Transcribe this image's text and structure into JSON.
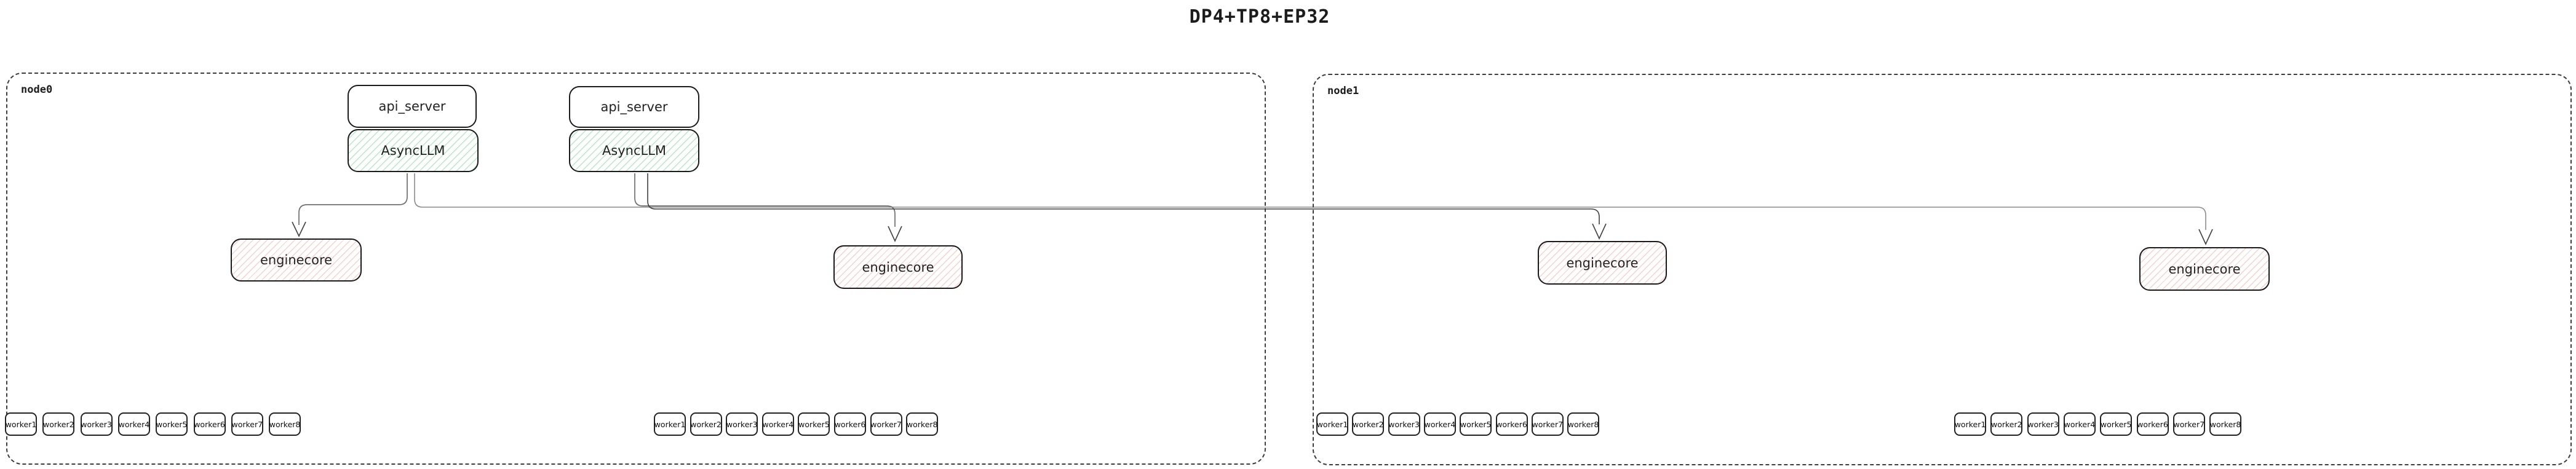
{
  "title": "DP4+TP8+EP32",
  "colors": {
    "box_border": "#1a1a1a",
    "node_border": "#3d3d3d",
    "wire": "#6e6e6e",
    "arrowhead": "#444444",
    "async_hatch": "#8ce0a8",
    "engine_hatch": "#f3aba4"
  },
  "nodes": [
    {
      "label": "node0",
      "stacks": [
        {
          "api_label": "api_server",
          "llm_label": "AsyncLLM"
        },
        {
          "api_label": "api_server",
          "llm_label": "AsyncLLM"
        }
      ],
      "enginecores": [
        "enginecore",
        "enginecore"
      ],
      "worker_groups": [
        [
          "worker1",
          "worker2",
          "worker3",
          "worker4",
          "worker5",
          "worker6",
          "worker7",
          "worker8"
        ],
        [
          "worker1",
          "worker2",
          "worker3",
          "worker4",
          "worker5",
          "worker6",
          "worker7",
          "worker8"
        ]
      ]
    },
    {
      "label": "node1",
      "stacks": [],
      "enginecores": [
        "enginecore",
        "enginecore"
      ],
      "worker_groups": [
        [
          "worker1",
          "worker2",
          "worker3",
          "worker4",
          "worker5",
          "worker6",
          "worker7",
          "worker8"
        ],
        [
          "worker1",
          "worker2",
          "worker3",
          "worker4",
          "worker5",
          "worker6",
          "worker7",
          "worker8"
        ]
      ]
    }
  ]
}
